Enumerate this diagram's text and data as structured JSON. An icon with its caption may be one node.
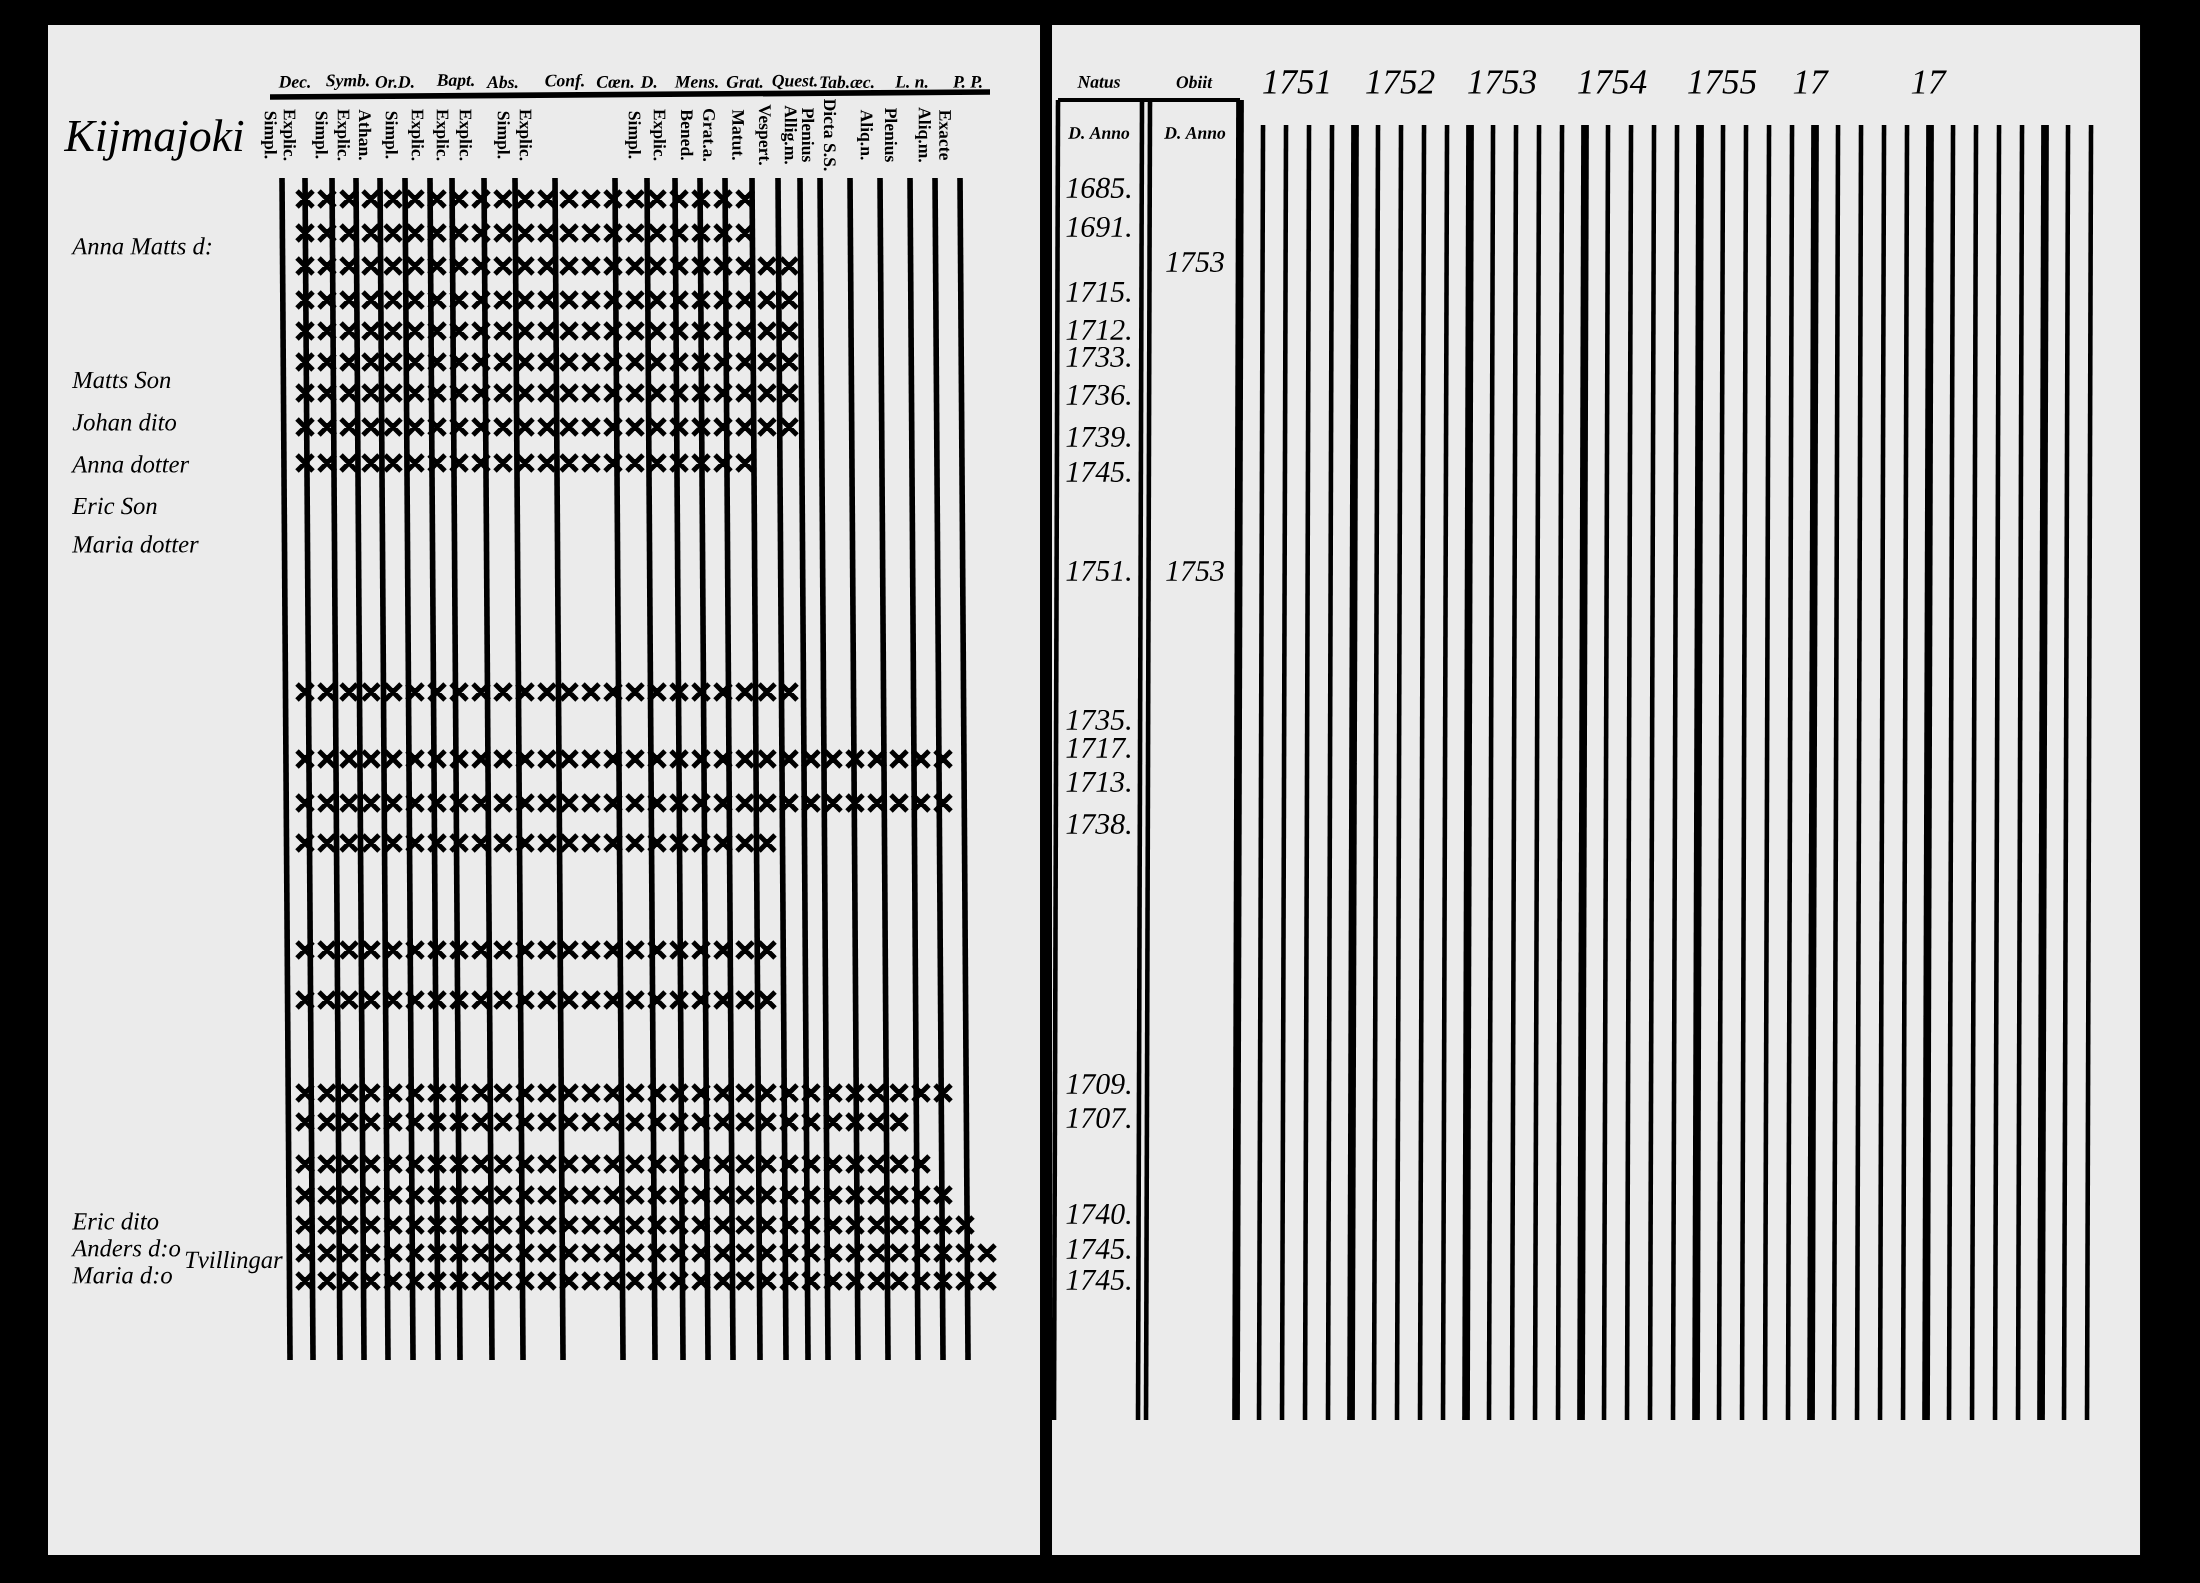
{
  "diagram": {
    "title": "Kijmajoki",
    "labels": [
      "Dec.",
      "Symb.",
      "Or.D.",
      "Bapt.",
      "Abs.",
      "Conf.",
      "Cœn. D.",
      "Mens.",
      "Grat.",
      "Quest.",
      "Tab.æc.",
      "L. n.",
      "P. P.",
      "Simpl.",
      "Explic.",
      "Simpl.",
      "Explic.",
      "Athan.",
      "Simpl.",
      "Explic.",
      "Explic.",
      "Explic.",
      "Simpl.",
      "Explic.",
      "Simpl.",
      "Explic.",
      "Bened.",
      "Grat.a.",
      "Matut.",
      "Vespert.",
      "Allig.m.",
      "Plenius",
      "Dicta S.S.",
      "Aliq.n.",
      "Plenius",
      "Aliq.m.",
      "Exacte",
      "Natus",
      "Obiit",
      "1751",
      "1752",
      "1753",
      "1754",
      "1755",
      "17",
      "17",
      "D. Anno",
      "D. Anno",
      "Anna Matts d:",
      "Matts Son",
      "Johan dito",
      "Anna dotter",
      "Eric Son",
      "Maria dotter",
      "Eric dito",
      "Anders d:o",
      "Maria d:o",
      "Tvillingar",
      "1685.",
      "1691.",
      "1753",
      "1715.",
      "1712.",
      "1733.",
      "1736.",
      "1739.",
      "1745.",
      "1751.",
      "1753",
      "1735.",
      "1717.",
      "1713.",
      "1738.",
      "1709.",
      "1707.",
      "1740.",
      "1745.",
      "1745."
    ]
  }
}
